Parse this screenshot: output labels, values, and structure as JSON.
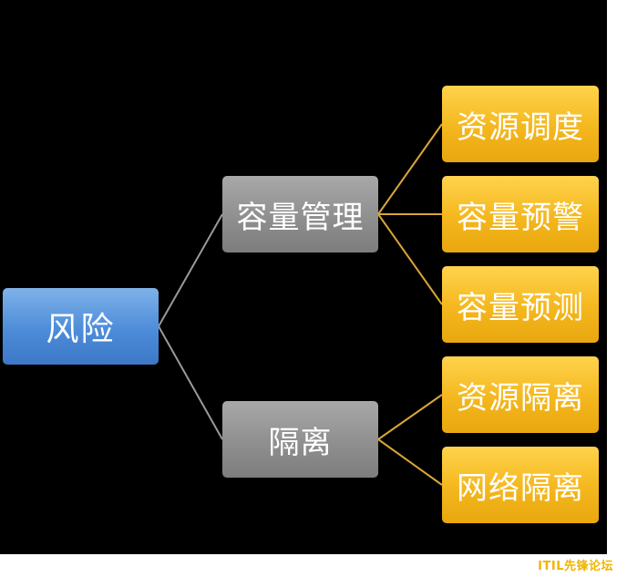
{
  "diagram": {
    "root": {
      "label": "风险"
    },
    "branches": [
      {
        "label": "容量管理",
        "children": [
          {
            "label": "资源调度"
          },
          {
            "label": "容量预警"
          },
          {
            "label": "容量预测"
          }
        ]
      },
      {
        "label": "隔离",
        "children": [
          {
            "label": "资源隔离"
          },
          {
            "label": "网络隔离"
          }
        ]
      }
    ],
    "colors": {
      "background": "#000000",
      "root": "#4d8cd9",
      "branch": "#8f8f8f",
      "leaf": "#f4b71d",
      "root_connector": "#9a9a9a",
      "leaf_connector": "#d9a53b",
      "text": "#ffffff"
    }
  },
  "watermark": {
    "text": "ITIL先锋论坛"
  }
}
